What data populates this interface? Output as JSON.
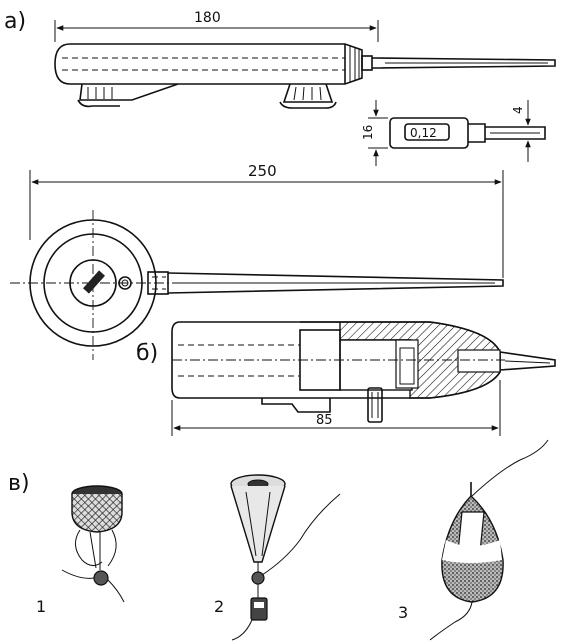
{
  "panels": {
    "a": "а)",
    "b": "б)",
    "c": "в)"
  },
  "dimensions": {
    "handle_length": "180",
    "total_length": "250",
    "tip_length": "85",
    "holder_height": "16",
    "tip_thickness": "4",
    "scale_label": "0,12"
  },
  "variants": [
    "1",
    "2",
    "3"
  ]
}
